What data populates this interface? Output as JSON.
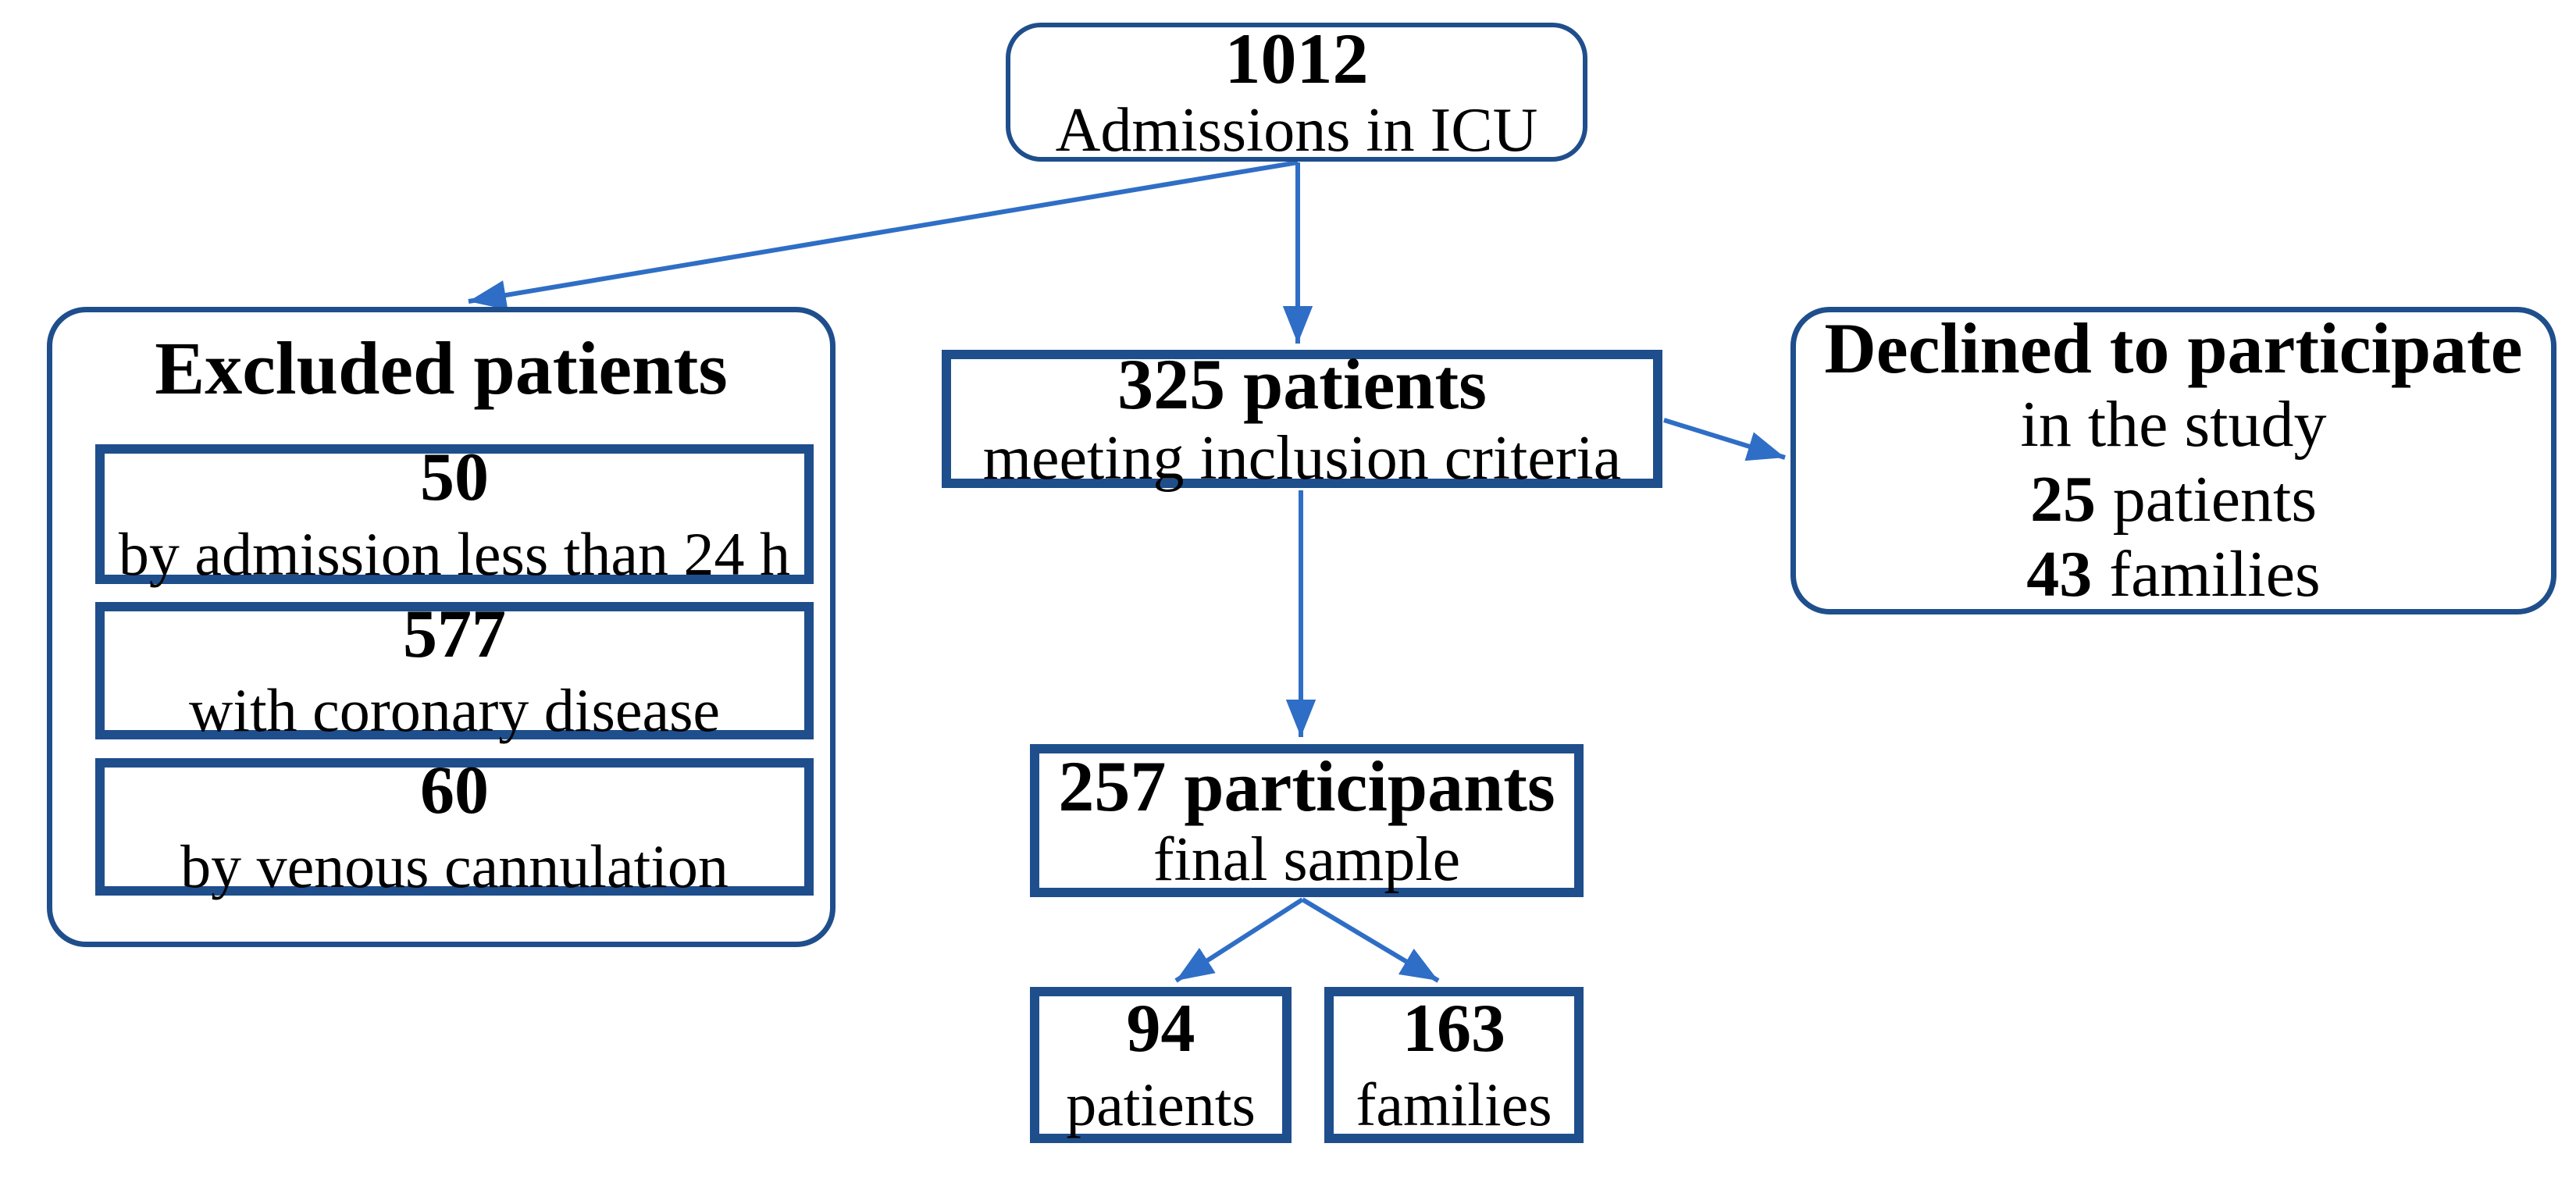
{
  "figure": {
    "type": "patient-flow-diagram"
  },
  "colors": {
    "box_border": "#1f4e8c",
    "arrow": "#2f6ec6",
    "text": "#000000",
    "background": "#ffffff"
  },
  "nodes": {
    "admissions": {
      "value": "1012",
      "label": "Admissions in ICU"
    },
    "excluded": {
      "title": "Excluded patients",
      "items": [
        {
          "value": "50",
          "label": "by admission less than 24 h"
        },
        {
          "value": "577",
          "label": "with coronary disease"
        },
        {
          "value": "60",
          "label": "by venous cannulation"
        }
      ]
    },
    "inclusion": {
      "value_label": "325 patients",
      "label": "meeting inclusion criteria"
    },
    "declined": {
      "title": "Declined to participate",
      "subtitle": "in the study",
      "items": [
        {
          "value": "25",
          "label": "patients"
        },
        {
          "value": "43",
          "label": "families"
        }
      ]
    },
    "final": {
      "value_label": "257 participants",
      "label": "final sample"
    },
    "outcome_patients": {
      "value": "94",
      "label": "patients"
    },
    "outcome_families": {
      "value": "163",
      "label": "families"
    }
  }
}
